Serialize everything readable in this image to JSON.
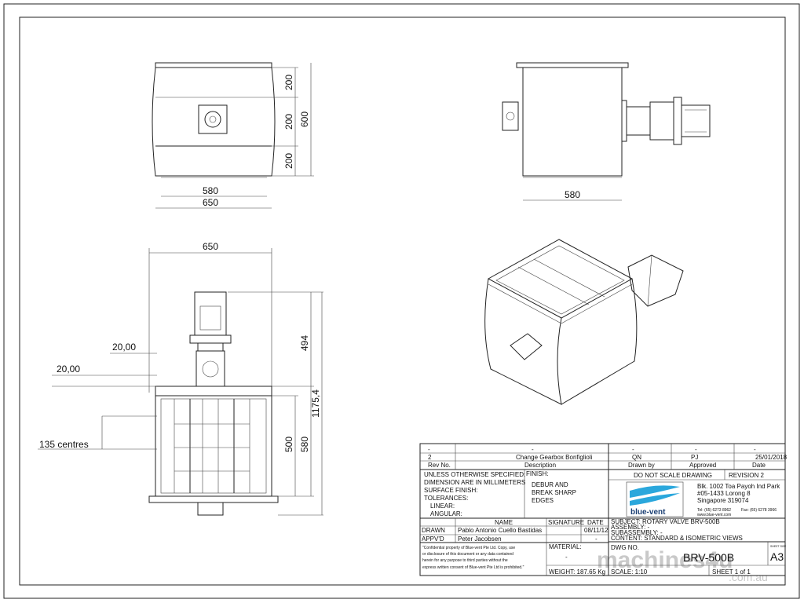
{
  "dimensions": {
    "front_h1": "200",
    "front_h2": "200",
    "front_h3": "200",
    "front_total": "600",
    "front_w_inner": "580",
    "front_w_outer": "650",
    "side_w": "580",
    "bottom_w": "650",
    "bottom_offset1": "20,00",
    "bottom_offset2": "20,00",
    "bottom_centres": "135 centres",
    "bottom_motor_h": "494",
    "bottom_body_h": "500",
    "bottom_h580": "580",
    "bottom_total_h": "1175,4"
  },
  "title_block": {
    "rev_rows": [
      {
        "rev": "-",
        "desc": "-",
        "drawn_by": "-",
        "approved": "-",
        "date": "-"
      },
      {
        "rev": "2",
        "desc": "Change Gearbox Bonfiglioli",
        "drawn_by": "QN",
        "approved": "PJ",
        "date": "25/01/2018"
      }
    ],
    "rev_header": {
      "rev": "Rev No.",
      "desc": "Description",
      "drawn_by": "Drawn by",
      "approved": "Approved",
      "date": "Date"
    },
    "notes": [
      "UNLESS OTHERWISE SPECIFIED:",
      "DIMENSION ARE IN MILLIMETERS",
      "SURFACE FINISH:",
      "TOLERANCES:",
      "LINEAR:",
      "ANGULAR:"
    ],
    "finish_label": "FINISH:",
    "finish": [
      "DEBUR AND",
      "BREAK SHARP",
      "EDGES"
    ],
    "do_not_scale": "DO NOT SCALE DRAWING",
    "revision": "REVISION  2",
    "company_logo": "blue-vent",
    "address": [
      "Blk. 1002 Toa Payoh Ind Park",
      "#05-1433 Lorong 8",
      "Singapore 319074"
    ],
    "tel": "Tel: (65) 6273 8962",
    "fax": "Fax: (65) 6278 3966",
    "web": "www.blue-vent.com",
    "name_header": {
      "name": "NAME",
      "signature": "SIGNATURE",
      "date": "DATE"
    },
    "drawn": {
      "label": "DRAWN",
      "name": "Pablo Antonio Cuello Bastidas",
      "date": "08/11/12"
    },
    "appvd": {
      "label": "APPV'D",
      "name": "Peter Jacobsen",
      "date": "-"
    },
    "subject": "SUBJECT:  ROTARY VALVE BRV-500B",
    "assembly": "ASSEMBLY:  -",
    "subassembly": "SUBASSEMBLY:  -",
    "content": "CONTENT:   STANDARD & ISOMETRIC VIEWS",
    "confidential": [
      "\"Confidential property of Blue-vent Pte Ltd. Copy, use",
      "or disclosure of this document or any data contained",
      "herein for any purpose to third parties without the",
      "express written consent of Blue-vent Pte Ltd is prohibited.\""
    ],
    "material_label": "MATERIAL:",
    "material": "-",
    "weight": "WEIGHT:  187.65 Kg",
    "dwg_label": "DWG NO.",
    "dwg_no": "BRV-500B",
    "sheet_size_label": "SHEET SIZE",
    "sheet_size": "A3",
    "scale": "SCALE:  1:10",
    "sheet": "SHEET  1 of 1"
  },
  "watermark": {
    "text": "machines4u",
    "sub": ".com.au"
  },
  "colors": {
    "logo_blue": "#2aa7dc",
    "logo_text": "#1a3e73"
  }
}
